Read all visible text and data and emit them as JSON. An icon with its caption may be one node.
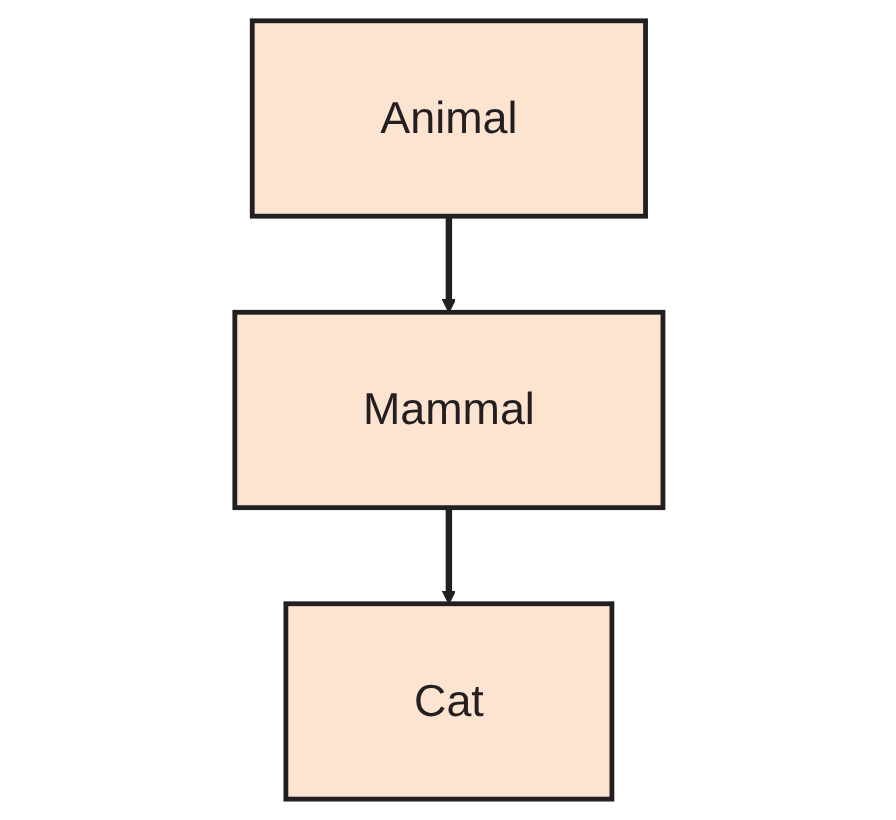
{
  "diagram": {
    "nodes": [
      {
        "text": [
          "Animal"
        ]
      },
      {
        "text": [
          "Mammal"
        ]
      },
      {
        "text": [
          "Cat"
        ]
      }
    ],
    "edges": [
      {
        "from": 0,
        "to": 1,
        "arrow": "to"
      },
      {
        "from": 1,
        "to": 2,
        "arrow": "to"
      }
    ]
  }
}
